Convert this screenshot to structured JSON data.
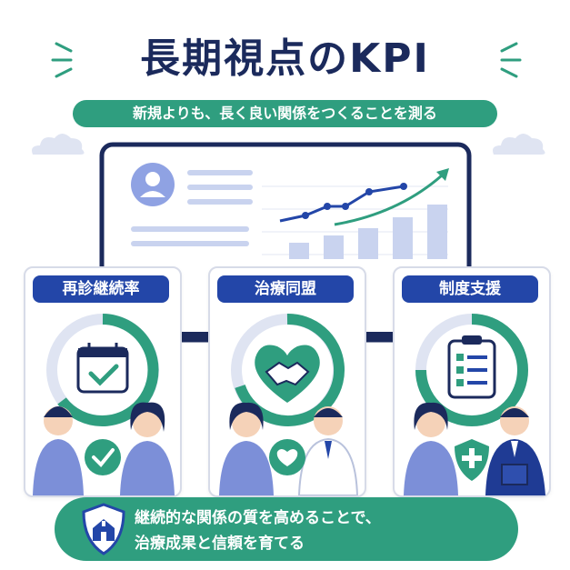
{
  "title": "長期視点のKPI",
  "subtitle": "新規よりも、長く良い関係をつくることを測る",
  "cards": [
    {
      "label": "再診継続率",
      "icon": "calendar-check-icon"
    },
    {
      "label": "治療同盟",
      "icon": "heart-handshake-icon"
    },
    {
      "label": "制度支援",
      "icon": "clipboard-checklist-icon"
    }
  ],
  "bottom": {
    "line1": "継続的な関係の質を高めることで、",
    "line2": "治療成果と信頼を育てる",
    "icon": "shield-house-icon"
  },
  "colors": {
    "navy": "#1b2a5c",
    "blue": "#2346a8",
    "green": "#2f9e7f",
    "light_blue": "#c9d3ef",
    "person_blue": "#7c8fd8"
  }
}
